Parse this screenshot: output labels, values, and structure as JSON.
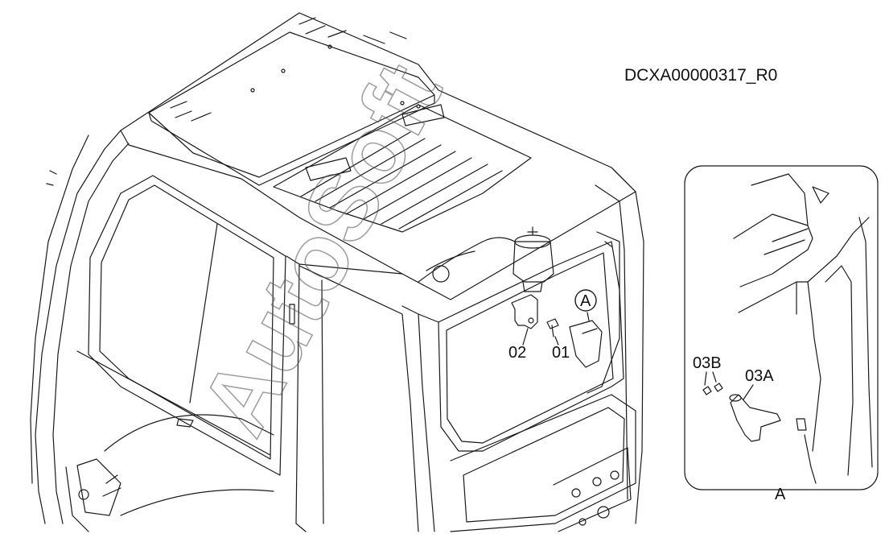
{
  "drawing_code": "DCXA00000317_R0",
  "watermark": "AutoSoft",
  "callouts": {
    "p01": "01",
    "p02": "02",
    "p03a": "03A",
    "p03b": "03B",
    "detail_marker": "A",
    "detail_caption": "A"
  },
  "colors": {
    "line": "#1a1a1a",
    "watermark": "#555555",
    "background": "#ffffff"
  }
}
